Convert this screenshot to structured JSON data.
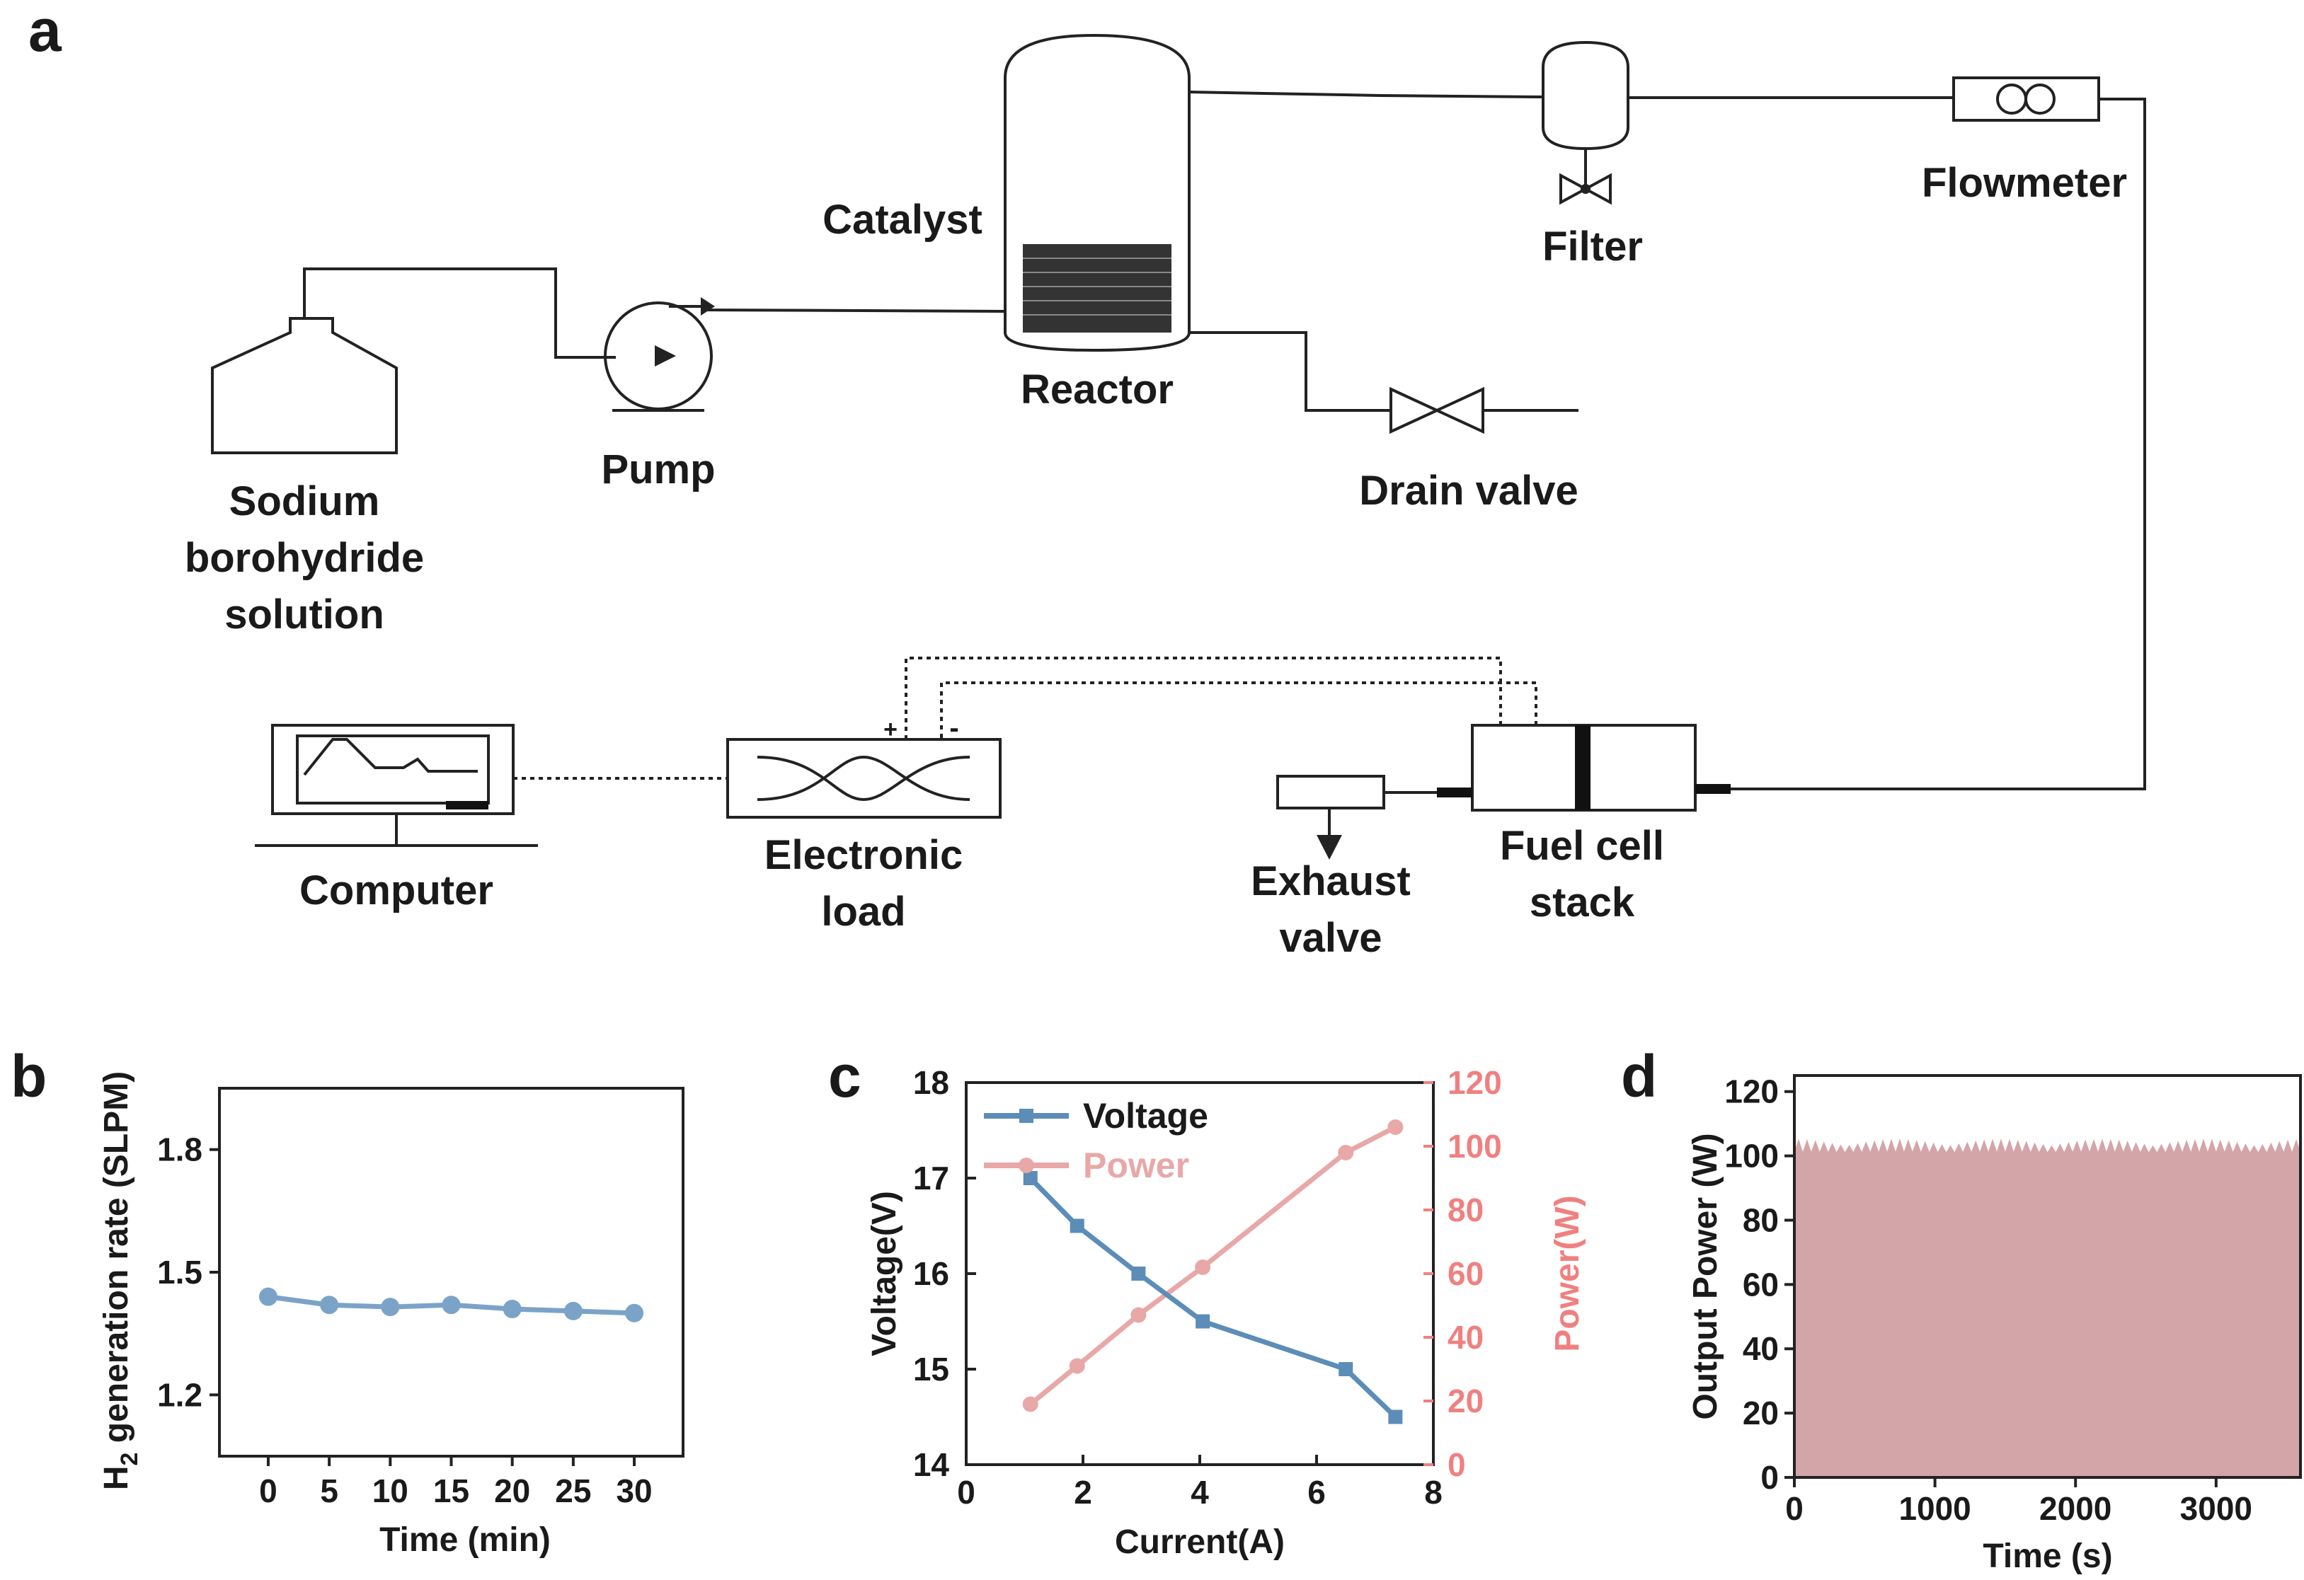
{
  "panel_labels": {
    "a": "a",
    "b": "b",
    "c": "c",
    "d": "d"
  },
  "diagram": {
    "labels": {
      "sodium_line1": "Sodium",
      "sodium_line2": "borohydride",
      "sodium_line3": "solution",
      "pump": "Pump",
      "catalyst": "Catalyst",
      "reactor": "Reactor",
      "drain_valve": "Drain valve",
      "filter": "Filter",
      "flowmeter": "Flowmeter",
      "computer": "Computer",
      "electronic_load_line1": "Electronic",
      "electronic_load_line2": "load",
      "exhaust_line1": "Exhaust",
      "exhaust_line2": "valve",
      "fuel_cell_line1": "Fuel cell",
      "fuel_cell_line2": "stack",
      "plus": "+",
      "minus": "-"
    }
  },
  "chart_data": [
    {
      "panel": "b",
      "type": "line",
      "x": [
        0,
        5,
        10,
        15,
        20,
        25,
        30
      ],
      "series": [
        {
          "values": [
            1.44,
            1.42,
            1.415,
            1.42,
            1.41,
            1.405,
            1.4
          ],
          "color": "#7ba3c8"
        }
      ],
      "xlabel": "Time (min)",
      "ylabel": "H2 generation rate (SLPM)",
      "ylabel_main": "H",
      "ylabel_sub": "2",
      "ylabel_rest": " generation rate (SLPM)",
      "xlim": [
        -4,
        34
      ],
      "ylim": [
        1.05,
        1.95
      ],
      "xticks": [
        "0",
        "5",
        "10",
        "15",
        "20",
        "25",
        "30"
      ],
      "yticks": [
        "1.2",
        "1.5",
        "1.8"
      ],
      "grid": false
    },
    {
      "panel": "c",
      "type": "line",
      "x": [
        1.1,
        1.9,
        2.95,
        4.05,
        6.5,
        7.35
      ],
      "series": [
        {
          "name": "Voltage",
          "axis": "left",
          "values": [
            17.0,
            16.5,
            16.0,
            15.5,
            15.0,
            14.5
          ],
          "color": "#5b8db8",
          "marker": "square"
        },
        {
          "name": "Power",
          "axis": "right",
          "values": [
            19,
            31,
            47,
            62,
            98,
            106
          ],
          "color": "#e8a8a8",
          "marker": "circle"
        }
      ],
      "xlabel": "Current(A)",
      "ylabel": "Voltage(V)",
      "ylabel_right": "Power(W)",
      "xlim": [
        0,
        8
      ],
      "ylim": [
        14,
        18
      ],
      "ylim_right": [
        0,
        120
      ],
      "xticks": [
        "0",
        "2",
        "4",
        "6",
        "8"
      ],
      "yticks": [
        "14",
        "15",
        "16",
        "17",
        "18"
      ],
      "yticks_right": [
        "0",
        "20",
        "40",
        "60",
        "80",
        "100",
        "120"
      ],
      "right_axis_color": "#f08080",
      "legend": "top-left",
      "grid": false
    },
    {
      "panel": "d",
      "type": "area",
      "x_range": [
        0,
        3600
      ],
      "baseline_value": 101,
      "ripple_peak": 105,
      "color": "#d4a5a8",
      "xlabel": "Time (s)",
      "ylabel": "Output Power (W)",
      "xlim": [
        0,
        3600
      ],
      "ylim": [
        0,
        125
      ],
      "xticks": [
        "0",
        "1000",
        "2000",
        "3000"
      ],
      "yticks": [
        "0",
        "20",
        "40",
        "60",
        "80",
        "100",
        "120"
      ],
      "grid": false
    }
  ]
}
